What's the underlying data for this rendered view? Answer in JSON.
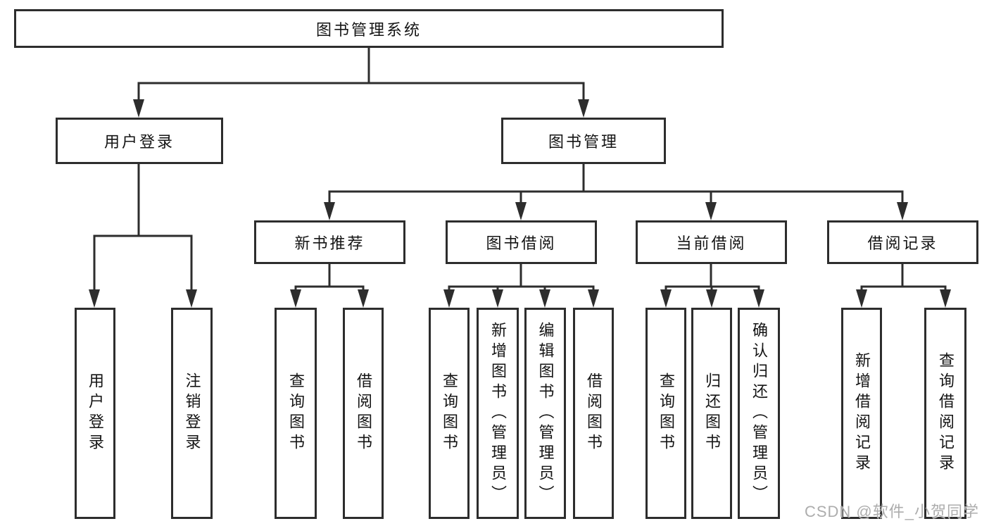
{
  "tree": {
    "label": "图书管理系统",
    "children": [
      {
        "label": "用户登录",
        "children": [
          {
            "label": "用户登录"
          },
          {
            "label": "注销登录"
          }
        ]
      },
      {
        "label": "图书管理",
        "children": [
          {
            "label": "新书推荐",
            "children": [
              {
                "label": "查询图书"
              },
              {
                "label": "借阅图书"
              }
            ]
          },
          {
            "label": "图书借阅",
            "children": [
              {
                "label": "查询图书"
              },
              {
                "label": "新增图书（管理员）"
              },
              {
                "label": "编辑图书（管理员）"
              },
              {
                "label": "借阅图书"
              }
            ]
          },
          {
            "label": "当前借阅",
            "children": [
              {
                "label": "查询图书"
              },
              {
                "label": "归还图书"
              },
              {
                "label": "确认归还（管理员）"
              }
            ]
          },
          {
            "label": "借阅记录",
            "children": [
              {
                "label": "新增借阅记录"
              },
              {
                "label": "查询借阅记录"
              }
            ]
          }
        ]
      }
    ]
  },
  "watermark": {
    "text": "CSDN @软件_小贺同学"
  },
  "colors": {
    "line": "#2d2d2d",
    "box_border": "#2d2d2d",
    "text": "#141414",
    "watermark": "#a6a6a6",
    "background": "#ffffff"
  }
}
